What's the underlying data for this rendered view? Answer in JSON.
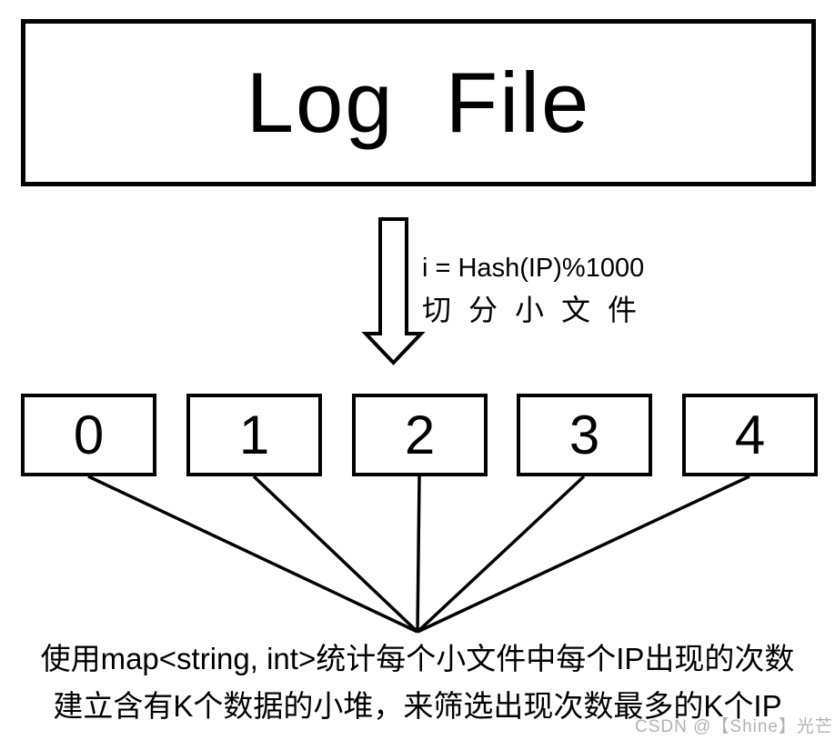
{
  "title_box": {
    "label": "Log  File"
  },
  "arrow": {
    "formula": "i = Hash(IP)%1000",
    "caption": "切分小文件"
  },
  "buckets": {
    "items": [
      "0",
      "1",
      "2",
      "3",
      "4"
    ]
  },
  "notes": {
    "line1": "使用map<string, int>统计每个小文件中每个IP出现的次数",
    "line2": "建立含有K个数据的小堆，来筛选出现次数最多的K个IP"
  },
  "watermark": {
    "text": "CSDN @【Shine】光芒"
  },
  "colors": {
    "ink": "#000000",
    "background": "#ffffff",
    "watermark": "#b3b3b3"
  }
}
